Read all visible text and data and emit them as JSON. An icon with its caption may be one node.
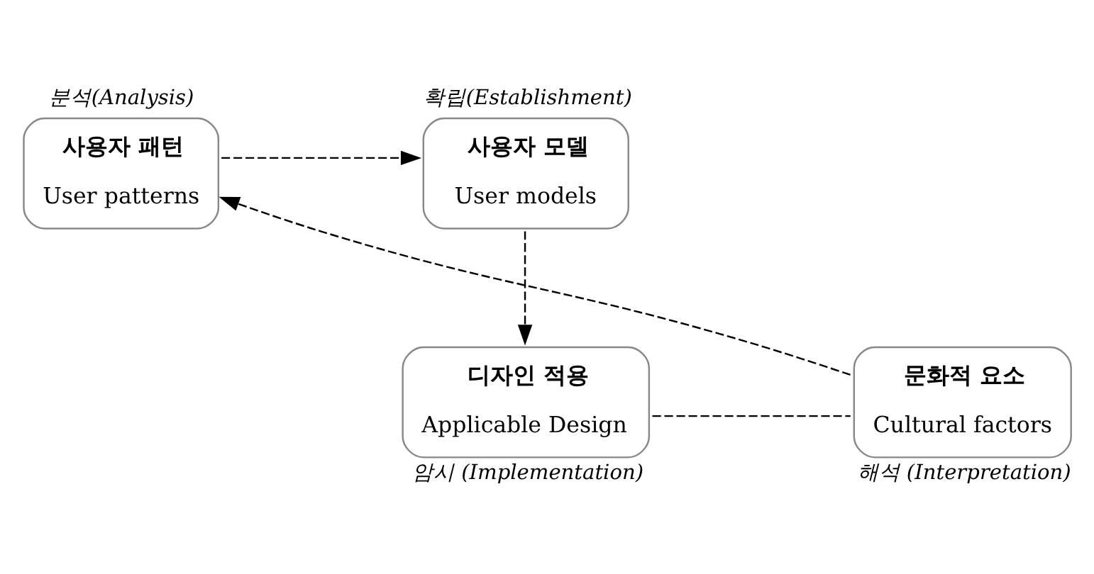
{
  "diagram": {
    "nodes": [
      {
        "text": [
          "사용자 패턴",
          "User patterns"
        ],
        "beside": [
          "분석(Analysis)"
        ]
      },
      {
        "text": [
          "사용자 모델",
          "User models"
        ],
        "beside": [
          "확립(Establishment)"
        ]
      },
      {
        "text": [
          "문화적 요소",
          "Cultural factors"
        ],
        "beside": [
          "해석 (Interpretation)"
        ]
      },
      {
        "text": [
          "디자인 적용",
          "Applicable Design"
        ],
        "beside": [
          "암시 (Implementation)"
        ]
      }
    ],
    "edges": [
      {
        "from": 0,
        "to": 1,
        "arrow": "to",
        "style": "dashed"
      },
      {
        "from": 1,
        "to": 3,
        "arrow": "to",
        "style": "dashed"
      },
      {
        "from": 3,
        "to": 2,
        "arrow": "none",
        "style": "dashed"
      },
      {
        "from": 2,
        "to": 0,
        "arrow": "to",
        "style": "dashed"
      }
    ]
  }
}
